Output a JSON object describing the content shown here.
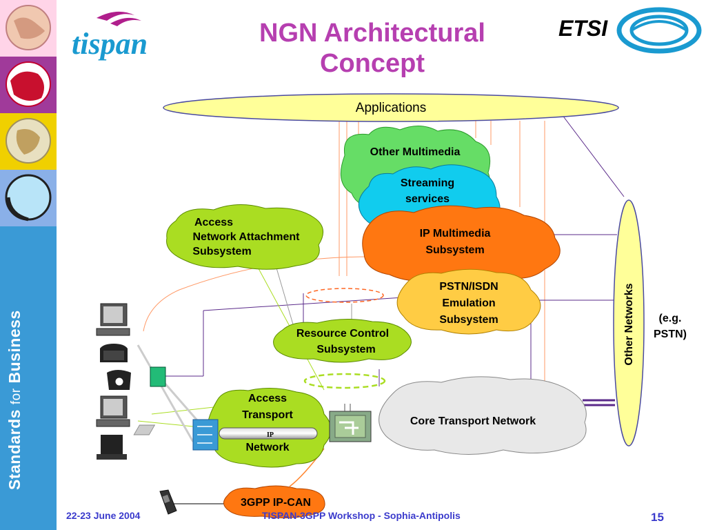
{
  "slide": {
    "title_line1": "NGN Architectural",
    "title_line2": "Concept",
    "logo_left": "tispan",
    "logo_right": "ETSI",
    "sidebar_text_a": "Standards",
    "sidebar_text_b": "for",
    "sidebar_text_c": "Business"
  },
  "diagram": {
    "applications": "Applications",
    "other_multimedia": "Other Multimedia",
    "streaming_1": "Streaming",
    "streaming_2": "services",
    "ipmm_1": "IP Multimedia",
    "ipmm_2": "Subsystem",
    "pstn_1": "PSTN/ISDN",
    "pstn_2": "Emulation",
    "pstn_3": "Subsystem",
    "nass_1": "Access",
    "nass_2": "Network Attachment",
    "nass_3": "Subsystem",
    "rcs_1": "Resource Control",
    "rcs_2": "Subsystem",
    "atn_1": "Access",
    "atn_2": "Transport",
    "atn_3": "Network",
    "ip_label": "IP",
    "core": "Core Transport Network",
    "other_networks": "Other Networks",
    "eg_1": "(e.g.",
    "eg_2": "PSTN)",
    "ipcan": "3GPP IP-CAN"
  },
  "footer": {
    "date": "22-23 June 2004",
    "event": "TISPAN-3GPP Workshop - Sophia-Antipolis",
    "page": "15"
  },
  "colors": {
    "title": "#b63fb0",
    "sidebar": "#3a9ad6",
    "applications": "#ffff99",
    "green_cloud": "#66dd66",
    "cyan_cloud": "#11ccee",
    "orange_cloud": "#ff7711",
    "yellow_cloud": "#ffcc44",
    "lime_cloud": "#aadd22",
    "core_cloud": "#e8e8e8",
    "footer_text": "#3a3acc"
  }
}
